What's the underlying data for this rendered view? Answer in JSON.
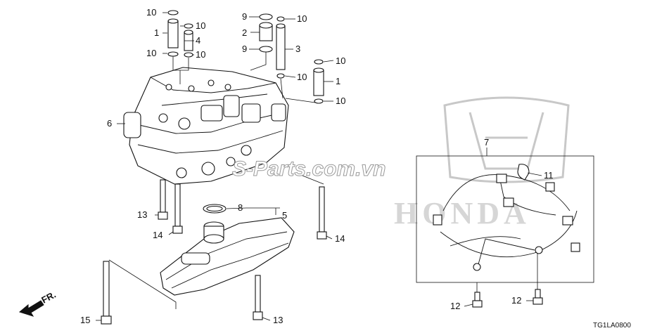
{
  "callouts": {
    "c1a": "10",
    "c1b": "10",
    "c1c": "1",
    "c1d": "4",
    "c1e": "10",
    "c1f": "10",
    "c2a": "9",
    "c2b": "10",
    "c2c": "2",
    "c2d": "9",
    "c2e": "3",
    "c3a": "10",
    "c3b": "10",
    "c3c": "1",
    "c3d": "10",
    "c6": "6",
    "c7": "7",
    "c11": "11",
    "c8": "8",
    "c5": "5",
    "c13a": "13",
    "c14a": "14",
    "c14b": "14",
    "c15": "15",
    "c13b": "13",
    "c12a": "12",
    "c12b": "12"
  },
  "fr_label": "FR.",
  "watermark": "S-Parts.com.vn",
  "logo_text": "HONDA",
  "diagram_code": "TG1LA0800",
  "icons": [
    "honda-logo-watermark",
    "front-direction-arrow-icon"
  ]
}
